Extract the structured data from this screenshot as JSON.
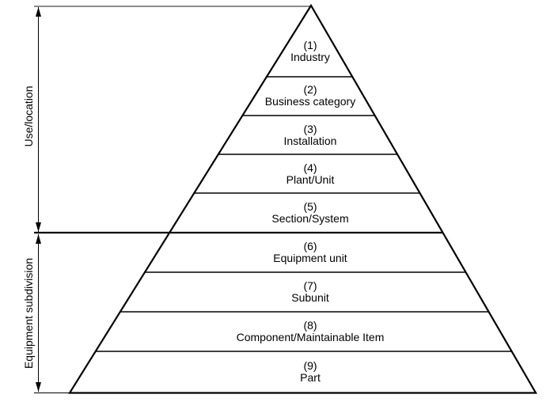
{
  "levels": [
    {
      "number": "(1)",
      "label": "Industry"
    },
    {
      "number": "(2)",
      "label": "Business category"
    },
    {
      "number": "(3)",
      "label": "Installation"
    },
    {
      "number": "(4)",
      "label": "Plant/Unit"
    },
    {
      "number": "(5)",
      "label": "Section/System"
    },
    {
      "number": "(6)",
      "label": "Equipment unit"
    },
    {
      "number": "(7)",
      "label": "Subunit"
    },
    {
      "number": "(8)",
      "label": "Component/Maintainable Item"
    },
    {
      "number": "(9)",
      "label": "Part"
    }
  ],
  "axis_labels": {
    "use_location": "Use/location",
    "equipment_subdivision": "Equipment subdivision"
  },
  "colors": {
    "line": "#000000",
    "reference_line": "#8a8a8a",
    "background": "#ffffff"
  }
}
